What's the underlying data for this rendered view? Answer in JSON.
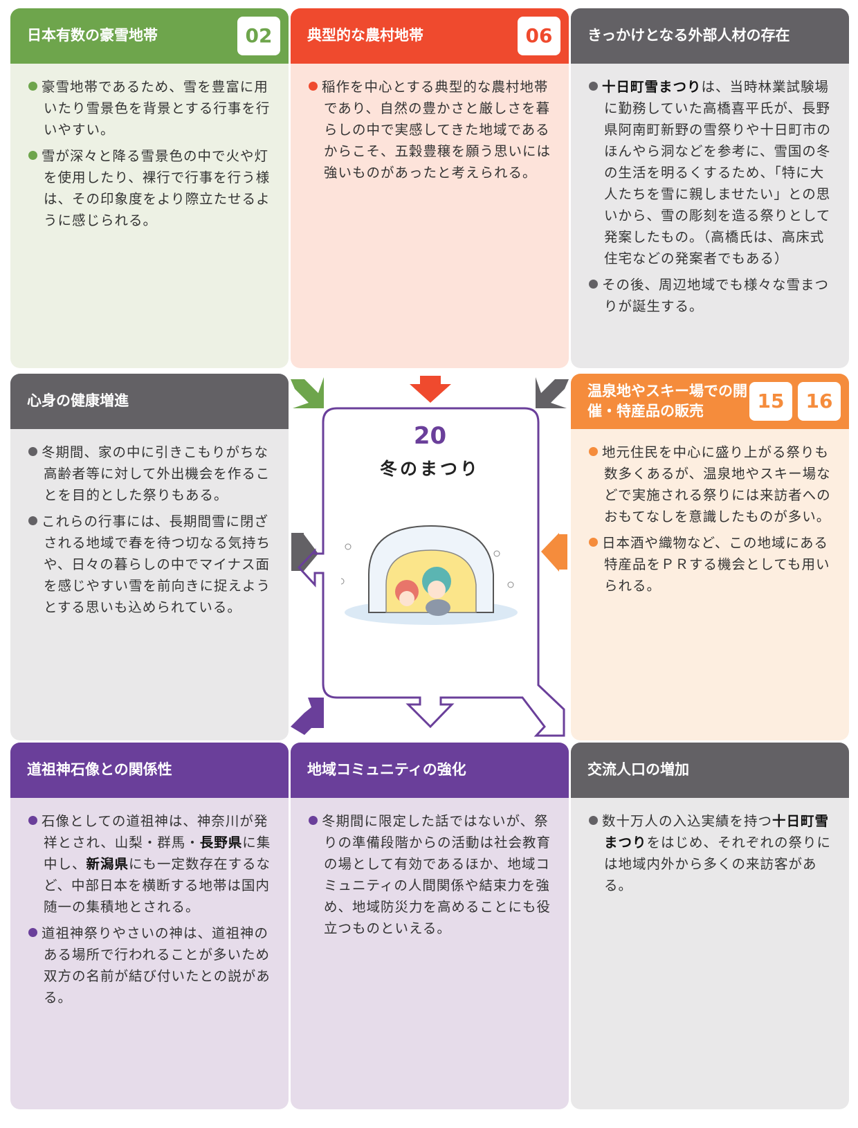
{
  "colors": {
    "green": "#6ea54c",
    "red": "#ef4a2e",
    "gray": "#636165",
    "orange": "#f58c3c",
    "purple": "#6a3f9a"
  },
  "center": {
    "number": "20",
    "title": "冬のまつり",
    "illustration": "kamakura-snow-hut-children"
  },
  "cards": [
    {
      "id": "c1",
      "title": "日本有数の豪雪地帯",
      "badges": [
        "02"
      ],
      "paragraphs": [
        [
          {
            "t": "豪雪地帯であるため、雪を豊富に用いたり雪景色を背景とする行事を行いやすい。"
          }
        ],
        [
          {
            "t": "雪が深々と降る雪景色の中で火や灯を使用したり、裸行で行事を行う様は、その印象度をより際立たせるように感じられる。"
          }
        ]
      ]
    },
    {
      "id": "c2",
      "title": "典型的な農村地帯",
      "badges": [
        "06"
      ],
      "paragraphs": [
        [
          {
            "t": "稲作を中心とする典型的な農村地帯であり、自然の豊かさと厳しさを暮らしの中で実感してきた地域であるからこそ、五穀豊穣を願う思いには強いものがあったと考えられる。"
          }
        ]
      ]
    },
    {
      "id": "c3",
      "title": "きっかけとなる外部人材の存在",
      "badges": [],
      "paragraphs": [
        [
          {
            "t": "十日町雪まつり",
            "b": true
          },
          {
            "t": "は、当時林業試験場に勤務していた高橋喜平氏が、長野県阿南町新野の雪祭りや十日町市のほんやら洞などを参考に、雪国の冬の生活を明るくするため、「特に大人たちを雪に親しませたい」との思いから、雪の彫刻を造る祭りとして発案したもの。（高橋氏は、高床式住宅などの発案者でもある）"
          }
        ],
        [
          {
            "t": "その後、周辺地域でも様々な雪まつりが誕生する。"
          }
        ]
      ]
    },
    {
      "id": "c4",
      "title": "心身の健康増進",
      "badges": [],
      "paragraphs": [
        [
          {
            "t": "冬期間、家の中に引きこもりがちな高齢者等に対して外出機会を作ることを目的とした祭りもある。"
          }
        ],
        [
          {
            "t": "これらの行事には、長期間雪に閉ざされる地域で春を待つ切なる気持ちや、日々の暮らしの中でマイナス面を感じやすい雪を前向きに捉えようとする思いも込められている。"
          }
        ]
      ]
    },
    {
      "id": "c5",
      "title": "温泉地やスキー場での開催・特産品の販売",
      "badges": [
        "15",
        "16"
      ],
      "paragraphs": [
        [
          {
            "t": "地元住民を中心に盛り上がる祭りも数多くあるが、温泉地やスキー場などで実施される祭りには来訪者へのおもてなしを意識したものが多い。"
          }
        ],
        [
          {
            "t": "日本酒や織物など、この地域にある特産品をＰＲする機会としても用いられる。"
          }
        ]
      ]
    },
    {
      "id": "c6",
      "title": "道祖神石像との関係性",
      "badges": [],
      "paragraphs": [
        [
          {
            "t": "石像としての道祖神は、神奈川が発祥とされ、山梨・群馬・"
          },
          {
            "t": "長野県",
            "b": true
          },
          {
            "t": "に集中し、"
          },
          {
            "t": "新潟県",
            "b": true
          },
          {
            "t": "にも一定数存在するなど、中部日本を横断する地帯は国内随一の集積地とされる。"
          }
        ],
        [
          {
            "t": "道祖神祭りやさいの神は、道祖神のある場所で行われることが多いため双方の名前が結び付いたとの説がある。"
          }
        ]
      ]
    },
    {
      "id": "c7",
      "title": "地域コミュニティの強化",
      "badges": [],
      "paragraphs": [
        [
          {
            "t": "冬期間に限定した話ではないが、祭りの準備段階からの活動は社会教育の場として有効であるほか、地域コミュニティの人間関係や結束力を強め、地域防災力を高めることにも役立つものといえる。"
          }
        ]
      ]
    },
    {
      "id": "c8",
      "title": "交流人口の増加",
      "badges": [],
      "paragraphs": [
        [
          {
            "t": "数十万人の入込実績を持つ"
          },
          {
            "t": "十日町雪まつり",
            "b": true
          },
          {
            "t": "をはじめ、それぞれの祭りには地域内外から多くの来訪客がある。"
          }
        ]
      ]
    }
  ]
}
